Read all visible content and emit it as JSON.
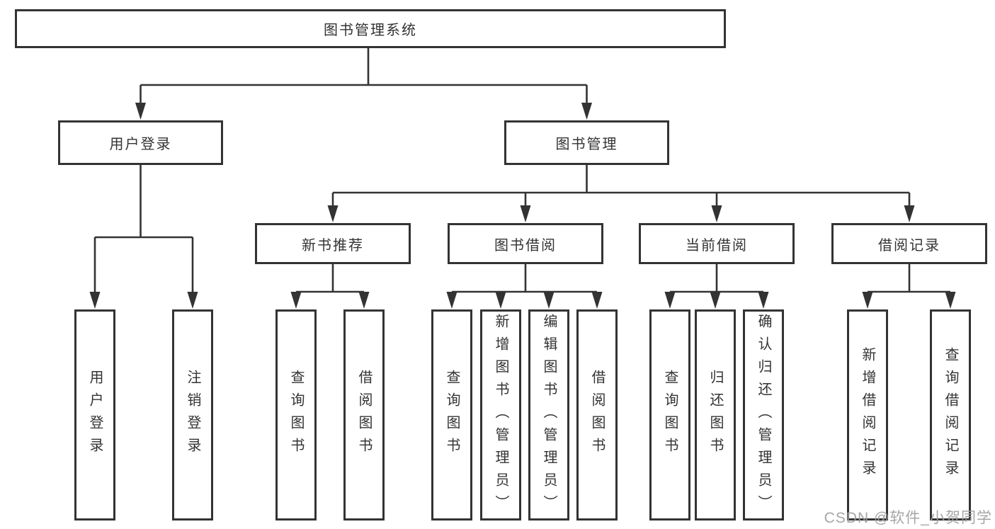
{
  "diagram": {
    "root": {
      "label": "图书管理系统",
      "children": [
        {
          "label": "用户登录",
          "children": [
            {
              "label": "用户登录"
            },
            {
              "label": "注销登录"
            }
          ]
        },
        {
          "label": "图书管理",
          "children": [
            {
              "label": "新书推荐",
              "children": [
                {
                  "label": "查询图书"
                },
                {
                  "label": "借阅图书"
                }
              ]
            },
            {
              "label": "图书借阅",
              "children": [
                {
                  "label": "查询图书"
                },
                {
                  "label": "新增图书（管理员）"
                },
                {
                  "label": "编辑图书（管理员）"
                },
                {
                  "label": "借阅图书"
                }
              ]
            },
            {
              "label": "当前借阅",
              "children": [
                {
                  "label": "查询图书"
                },
                {
                  "label": "归还图书"
                },
                {
                  "label": "确认归还（管理员）"
                }
              ]
            },
            {
              "label": "借阅记录",
              "children": [
                {
                  "label": "新增借阅记录"
                },
                {
                  "label": "查询借阅记录"
                }
              ]
            }
          ]
        }
      ]
    },
    "watermark": "CSDN @软件_小贺同学",
    "colors": {
      "line": "#333333",
      "box_border": "#333333",
      "box_fill": "#ffffff",
      "text": "#333333",
      "watermark": "#9e9e9e"
    }
  }
}
